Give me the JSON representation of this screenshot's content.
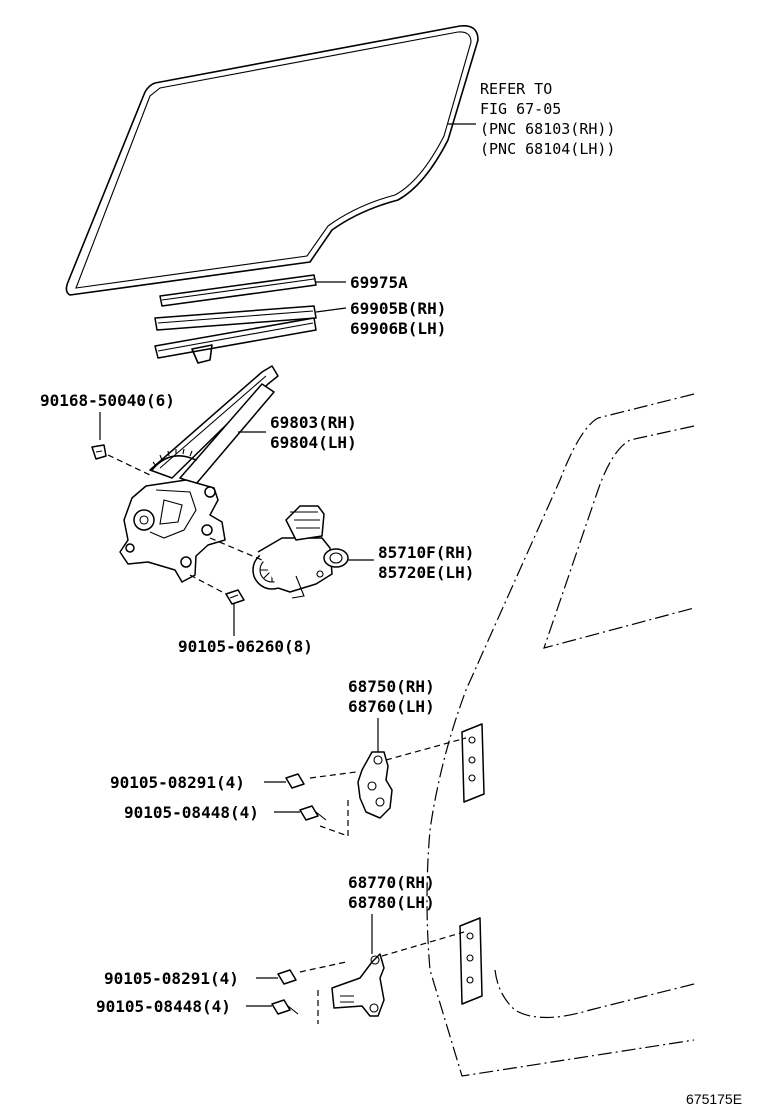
{
  "diagram": {
    "labels": {
      "glass_ref": [
        "REFER TO",
        "FIG 67-05",
        "(PNC 68103(RH))",
        "(PNC 68104(LH))"
      ],
      "run_channel": [
        "69975A"
      ],
      "glass_channel": [
        "69905B(RH)",
        "69906B(LH)"
      ],
      "bolt_top": [
        "90168-50040(6)"
      ],
      "regulator": [
        "69803(RH)",
        "69804(LH)"
      ],
      "motor": [
        "85710F(RH)",
        "85720E(LH)"
      ],
      "bolt_regulator": [
        "90105-06260(8)"
      ],
      "upper_hinge": [
        "68750(RH)",
        "68760(LH)"
      ],
      "upper_bolt_a": [
        "90105-08291(4)"
      ],
      "upper_bolt_b": [
        "90105-08448(4)"
      ],
      "lower_hinge": [
        "68770(RH)",
        "68780(LH)"
      ],
      "lower_bolt_a": [
        "90105-08291(4)"
      ],
      "lower_bolt_b": [
        "90105-08448(4)"
      ]
    },
    "figure_number": "675175E"
  }
}
